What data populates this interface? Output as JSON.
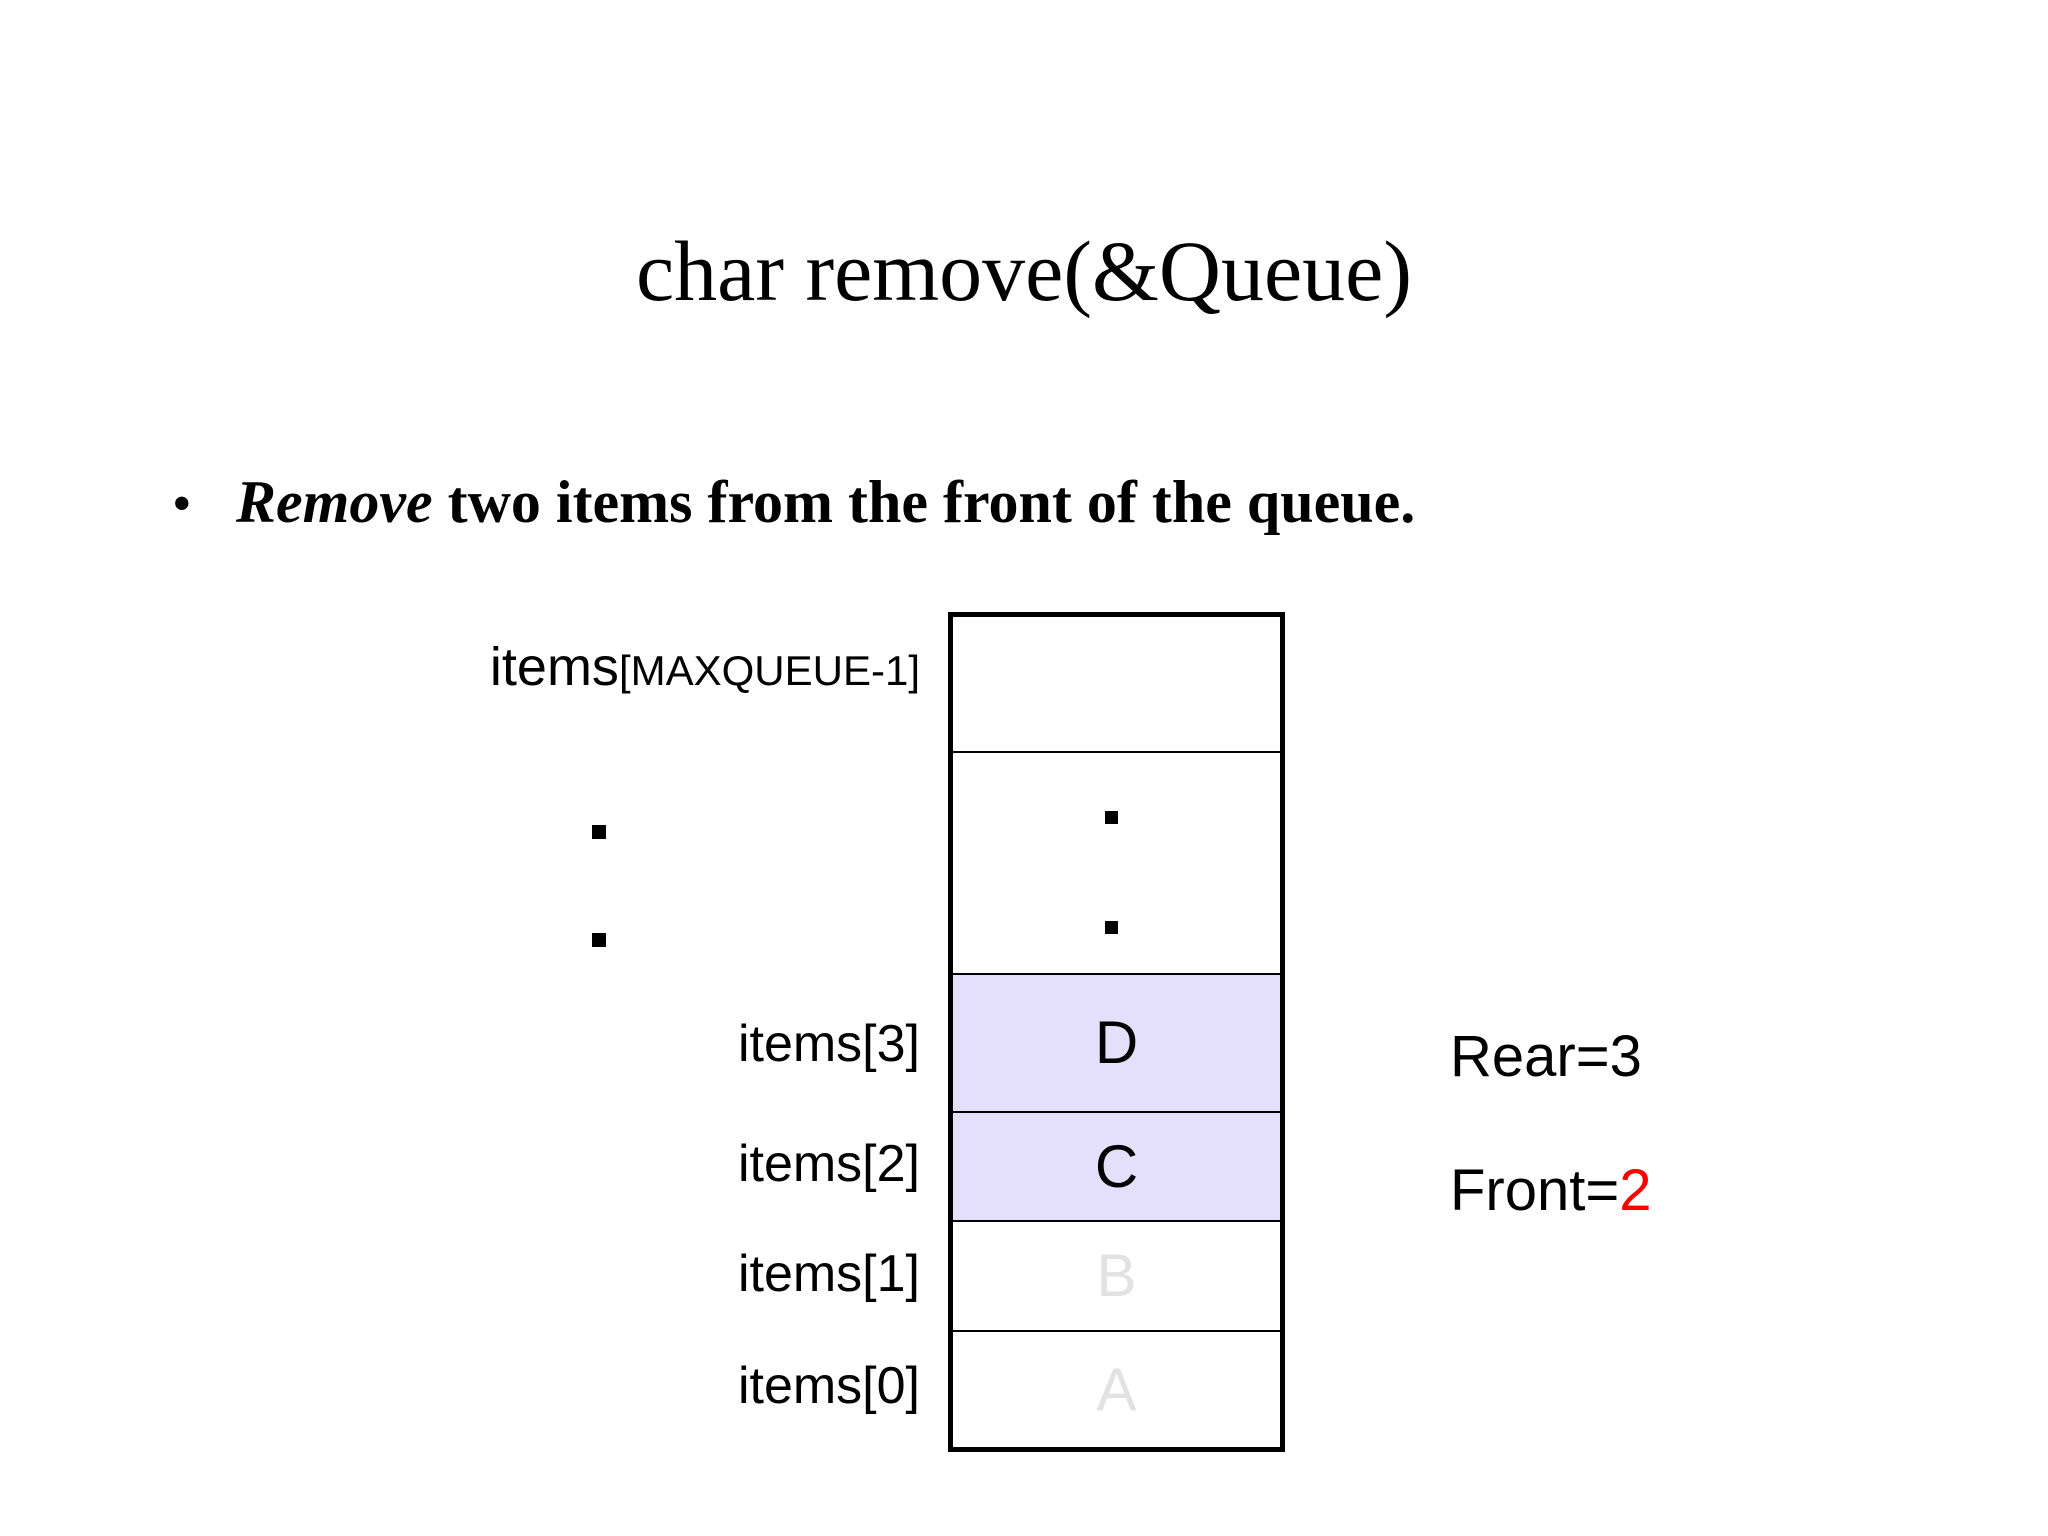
{
  "slide": {
    "title": "char remove(&Queue)",
    "background_color": "#ffffff"
  },
  "bullet": {
    "marker": "•",
    "emphasis": "Remove",
    "rest": " two items from the front of the queue."
  },
  "array_labels": {
    "top": {
      "name": "items",
      "index": "[MAXQUEUE-1]"
    },
    "ellipsis_dots": 2,
    "indices": [
      {
        "label": "items[3]"
      },
      {
        "label": "items[2]"
      },
      {
        "label": "items[1]"
      },
      {
        "label": "items[0]"
      }
    ]
  },
  "queue_box": {
    "border_color": "#000000",
    "highlight_color": "#e4e0fb",
    "faded_color": "#e2e2e2",
    "cells": [
      {
        "id": "top",
        "value": "",
        "state": "empty"
      },
      {
        "id": "dots",
        "value": "",
        "state": "ellipsis"
      },
      {
        "id": "d",
        "value": "D",
        "state": "occupied"
      },
      {
        "id": "c",
        "value": "C",
        "state": "occupied"
      },
      {
        "id": "b",
        "value": "B",
        "state": "removed"
      },
      {
        "id": "a",
        "value": "A",
        "state": "removed"
      }
    ]
  },
  "pointers": {
    "rear": {
      "label": "Rear=",
      "value": "3",
      "color": "#000000"
    },
    "front": {
      "label": "Front=",
      "value": "2",
      "color": "#ff0000"
    }
  }
}
